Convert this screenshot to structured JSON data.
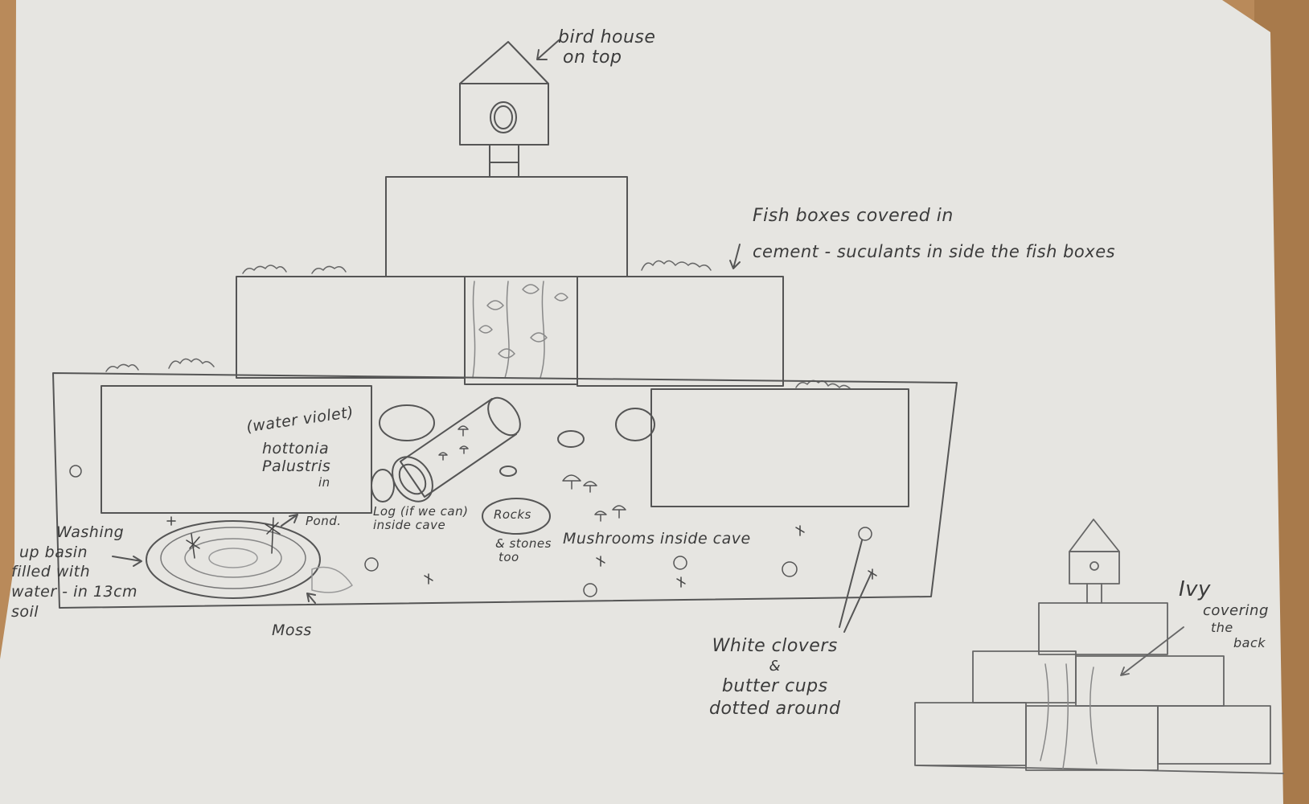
{
  "labels": {
    "bird_house": [
      "bird house",
      "on top"
    ],
    "fish_boxes": [
      "Fish boxes covered in",
      "cement - suculants in side the fish boxes"
    ],
    "water_violet": "(water violet)",
    "hottonia": [
      "hottonia",
      "Palustris",
      "in"
    ],
    "pond": "Pond.",
    "log": [
      "Log (if we can)",
      "inside cave"
    ],
    "rocks": "Rocks",
    "stones": [
      "& stones",
      "too"
    ],
    "mushrooms": "Mushrooms inside cave",
    "washing_up": [
      "Washing",
      "up basin",
      "filled with",
      "water - in 13cm",
      "soil"
    ],
    "moss": "Moss",
    "clovers": [
      "White clovers",
      "&",
      "butter cups",
      "dotted around"
    ],
    "ivy": [
      "Ivy",
      "covering",
      "the",
      "back"
    ]
  },
  "colors": {
    "paper": "#e6e5e1",
    "pencil": "#555555",
    "table": "#b98a5a"
  }
}
